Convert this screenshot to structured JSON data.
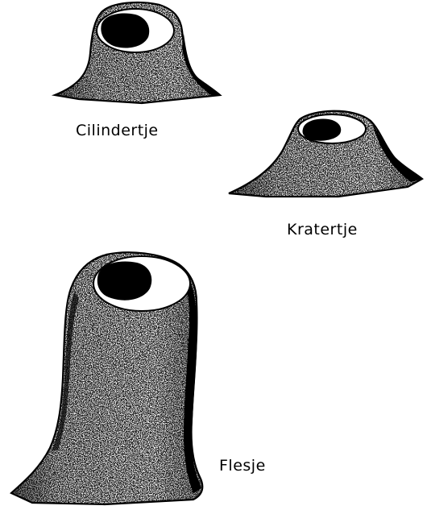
{
  "shapes": [
    {
      "id": "cilindertje",
      "label": "Cilindertje"
    },
    {
      "id": "kratertje",
      "label": "Kratertje"
    },
    {
      "id": "flesje",
      "label": "Flesje"
    }
  ],
  "colors": {
    "ink": "#000000",
    "stipple": "#2a2a2a",
    "background": "#ffffff"
  }
}
